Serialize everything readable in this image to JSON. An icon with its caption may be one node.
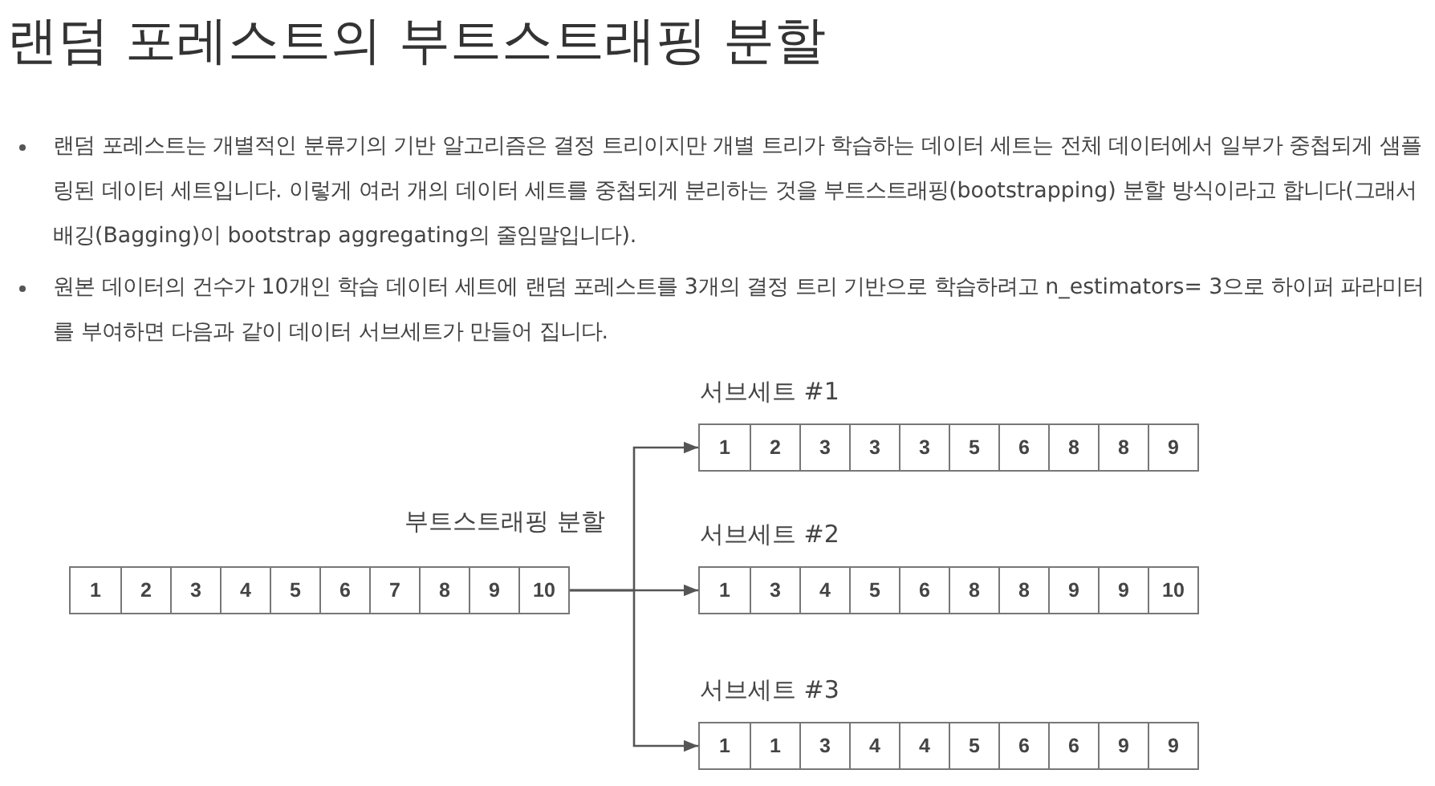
{
  "diagram": {
    "title": "랜덤 포레스트의 부트스트래핑 분할",
    "nodes": [
      {
        "text": [
          "1",
          "2",
          "3",
          "4",
          "5",
          "6",
          "7",
          "8",
          "9",
          "10"
        ]
      },
      {
        "text": [
          "1",
          "2",
          "3",
          "3",
          "3",
          "5",
          "6",
          "8",
          "8",
          "9"
        ],
        "beside": [
          "서브세트 #1"
        ]
      },
      {
        "text": [
          "1",
          "3",
          "4",
          "5",
          "6",
          "8",
          "8",
          "9",
          "9",
          "10"
        ],
        "beside": [
          "서브세트 #2"
        ]
      },
      {
        "text": [
          "1",
          "1",
          "3",
          "4",
          "4",
          "5",
          "6",
          "6",
          "9",
          "9"
        ],
        "beside": [
          "서브세트 #3"
        ]
      }
    ],
    "edges": [
      {
        "from": 0,
        "to": 1,
        "arrow": "to"
      },
      {
        "from": 0,
        "to": 2,
        "arrow": "to"
      },
      {
        "from": 0,
        "to": 3,
        "arrow": "to"
      }
    ],
    "labels": [
      "랜덤 포레스트는 개별적인 분류기의 기반 알고리즘은 결정 트리이지만 개별 트리가 학습하는 데이터 세트는 전체 데이터에서 일부가 중첩되게 샘플링된 데이터 세트입니다. 이렇게 여러 개의 데이터 세트를 중첩되게 분리하는 것을 부트스트래핑(bootstrapping) 분할 방식이라고 합니다(그래서 배깅(Bagging)이 bootstrap aggregating의 줄임말입니다).",
      "원본 데이터의 건수가 10개인 학습 데이터 세트에 랜덤 포레스트를 3개의 결정 트리 기반으로 학습하려고 n_estimators= 3으로 하이퍼 파라미터를 부여하면 다음과 같이 데이터 서브세트가 만들어 집니다.",
      "부트스트래핑 분할"
    ]
  }
}
